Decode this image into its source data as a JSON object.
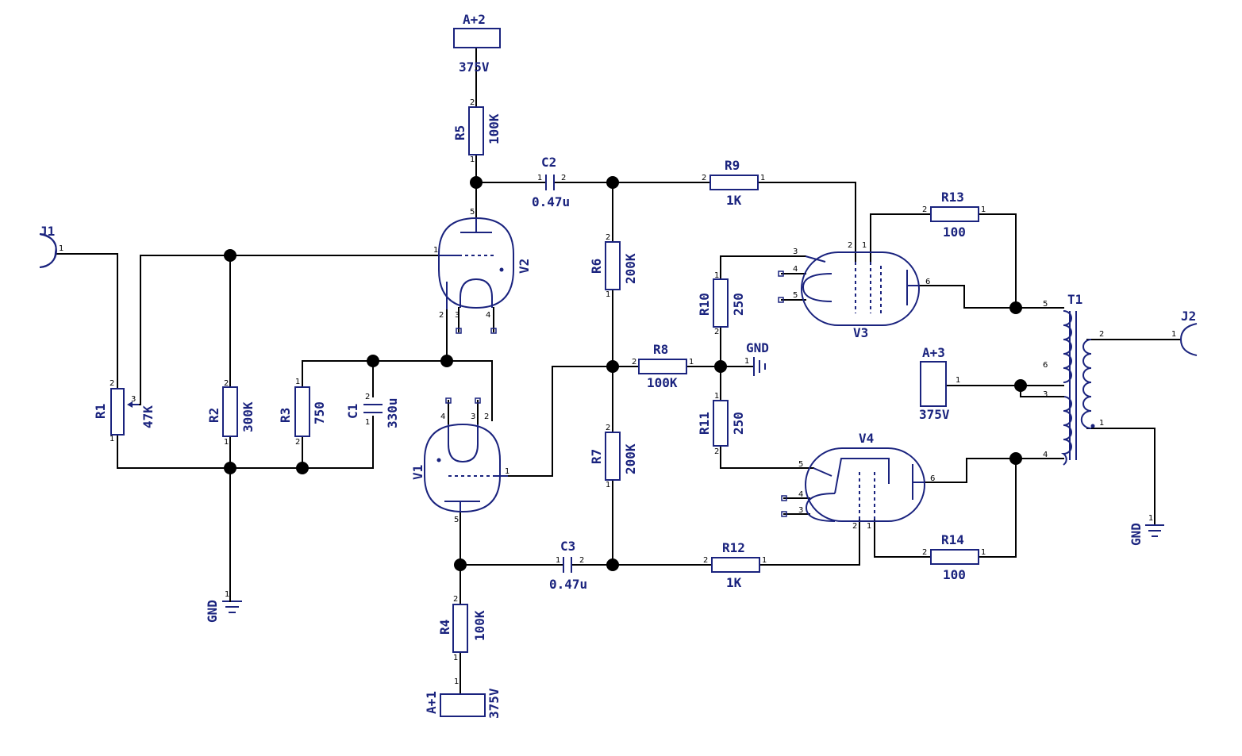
{
  "J1": {
    "ref": "J1",
    "pin": "1"
  },
  "J2": {
    "ref": "J2",
    "pin": "1"
  },
  "A2": {
    "ref": "A+2",
    "voltage": "375V"
  },
  "A1": {
    "ref": "A+1",
    "voltage": "375V",
    "pin": "1"
  },
  "A3": {
    "ref": "A+3",
    "voltage": "375V",
    "pin": "1"
  },
  "R1": {
    "ref": "R1",
    "value": "47K",
    "p1": "1",
    "p2": "2",
    "p3": "3"
  },
  "R2": {
    "ref": "R2",
    "value": "300K",
    "p1": "1",
    "p2": "2"
  },
  "R3": {
    "ref": "R3",
    "value": "750",
    "p1": "1",
    "p2": "2"
  },
  "R4": {
    "ref": "R4",
    "value": "100K",
    "p1": "1",
    "p2": "2"
  },
  "R5": {
    "ref": "R5",
    "value": "100K",
    "p1": "1",
    "p2": "2"
  },
  "R6": {
    "ref": "R6",
    "value": "200K",
    "p1": "1",
    "p2": "2"
  },
  "R7": {
    "ref": "R7",
    "value": "200K",
    "p1": "1",
    "p2": "2"
  },
  "R8": {
    "ref": "R8",
    "value": "100K",
    "p1": "1",
    "p2": "2"
  },
  "R9": {
    "ref": "R9",
    "value": "1K",
    "p1": "1",
    "p2": "2"
  },
  "R10": {
    "ref": "R10",
    "value": "250",
    "p1": "1",
    "p2": "2"
  },
  "R11": {
    "ref": "R11",
    "value": "250",
    "p1": "1",
    "p2": "2"
  },
  "R12": {
    "ref": "R12",
    "value": "1K",
    "p1": "1",
    "p2": "2"
  },
  "R13": {
    "ref": "R13",
    "value": "100",
    "p1": "1",
    "p2": "2"
  },
  "R14": {
    "ref": "R14",
    "value": "100",
    "p1": "1",
    "p2": "2"
  },
  "C1": {
    "ref": "C1",
    "value": "330u",
    "p1": "1",
    "p2": "2"
  },
  "C2": {
    "ref": "C2",
    "value": "0.47u",
    "p1": "1",
    "p2": "2"
  },
  "C3": {
    "ref": "C3",
    "value": "0.47u",
    "p1": "1",
    "p2": "2"
  },
  "V1": {
    "ref": "V1",
    "p1": "1",
    "p2": "2",
    "p3": "3",
    "p4": "4",
    "p5": "5"
  },
  "V2": {
    "ref": "V2",
    "p1": "1",
    "p2": "2",
    "p3": "3",
    "p4": "4",
    "p5": "5"
  },
  "V3": {
    "ref": "V3",
    "p1": "1",
    "p2": "2",
    "p3": "3",
    "p4": "4",
    "p5": "5",
    "p6": "6"
  },
  "V4": {
    "ref": "V4",
    "p1": "1",
    "p2": "2",
    "p3": "3",
    "p4": "4",
    "p5": "5",
    "p6": "6"
  },
  "T1": {
    "ref": "T1",
    "p1": "1",
    "p2": "2",
    "p3": "3",
    "p4": "4",
    "p5": "5",
    "p6": "6"
  },
  "GND1": {
    "label": "GND",
    "pin": "1"
  },
  "GND2": {
    "label": "GND",
    "pin": "1"
  },
  "GND3": {
    "label": "GND",
    "pin": "1"
  }
}
